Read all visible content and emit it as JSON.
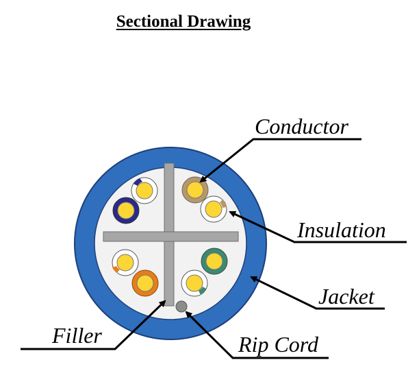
{
  "title": "Sectional Drawing",
  "labels": {
    "conductor": "Conductor",
    "insulation": "Insulation",
    "jacket": "Jacket",
    "filler": "Filler",
    "rip_cord": "Rip Cord"
  },
  "colors": {
    "jacket": "#2f6fbe",
    "jacket_edge": "#1e3f7a",
    "core": "#f2f2f2",
    "filler": "#a6a6a6",
    "conductor": "#fbd635",
    "blue_pair": "#2a2a8a",
    "brown_pair": "#b89868",
    "green_pair": "#3c8a70",
    "orange_pair": "#e57e1c",
    "rip_cord": "#8c8c8c"
  }
}
